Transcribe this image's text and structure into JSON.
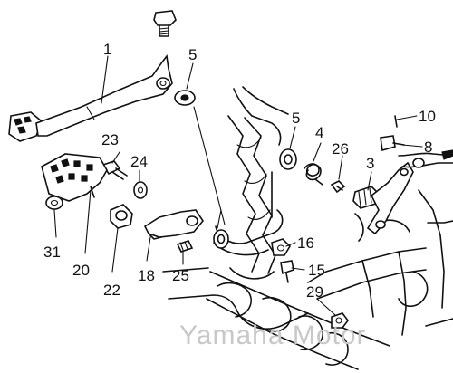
{
  "diagram": {
    "watermark": "Yamaha Motor",
    "callouts": [
      {
        "id": "c1",
        "label": "1"
      },
      {
        "id": "c5a",
        "label": "5"
      },
      {
        "id": "c5b",
        "label": "5"
      },
      {
        "id": "c4",
        "label": "4"
      },
      {
        "id": "c10",
        "label": "10"
      },
      {
        "id": "c8",
        "label": "8"
      },
      {
        "id": "c26",
        "label": "26"
      },
      {
        "id": "c3",
        "label": "3"
      },
      {
        "id": "c23",
        "label": "23"
      },
      {
        "id": "c24",
        "label": "24"
      },
      {
        "id": "c16",
        "label": "16"
      },
      {
        "id": "c15",
        "label": "15"
      },
      {
        "id": "c29",
        "label": "29"
      },
      {
        "id": "c31",
        "label": "31"
      },
      {
        "id": "c20",
        "label": "20"
      },
      {
        "id": "c22",
        "label": "22"
      },
      {
        "id": "c18",
        "label": "18"
      },
      {
        "id": "c25",
        "label": "25"
      }
    ]
  }
}
